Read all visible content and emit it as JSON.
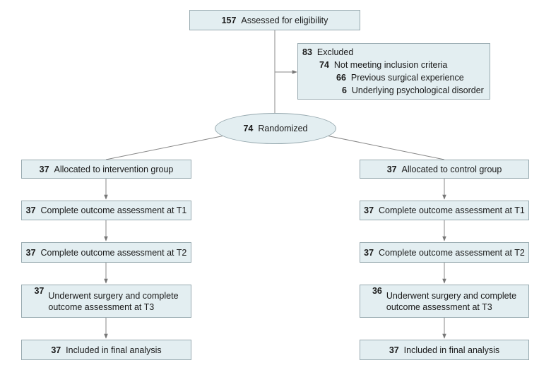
{
  "assessed": {
    "count": "157",
    "label": "Assessed for eligibility"
  },
  "excluded": {
    "count": "83",
    "label": "Excluded",
    "criteria": {
      "count": "74",
      "label": "Not meeting inclusion criteria"
    },
    "surgical": {
      "count": "66",
      "label": "Previous surgical experience"
    },
    "psych": {
      "count": "6",
      "label": "Underlying psychological disorder"
    }
  },
  "randomized": {
    "count": "74",
    "label": "Randomized"
  },
  "intervention": {
    "allocated": {
      "count": "37",
      "label": "Allocated to intervention group"
    },
    "t1": {
      "count": "37",
      "label": "Complete outcome assessment at T1"
    },
    "t2": {
      "count": "37",
      "label": "Complete outcome assessment at T2"
    },
    "t3": {
      "count": "37",
      "line1": "Underwent surgery and complete",
      "line2": "outcome assessment at T3"
    },
    "final": {
      "count": "37",
      "label": "Included in final analysis"
    }
  },
  "control": {
    "allocated": {
      "count": "37",
      "label": "Allocated to control group"
    },
    "t1": {
      "count": "37",
      "label": "Complete outcome assessment at T1"
    },
    "t2": {
      "count": "37",
      "label": "Complete outcome assessment at T2"
    },
    "t3": {
      "count": "36",
      "line1": "Underwent surgery and complete",
      "line2": "outcome assessment at T3"
    },
    "final": {
      "count": "37",
      "label": "Included in final analysis"
    }
  }
}
